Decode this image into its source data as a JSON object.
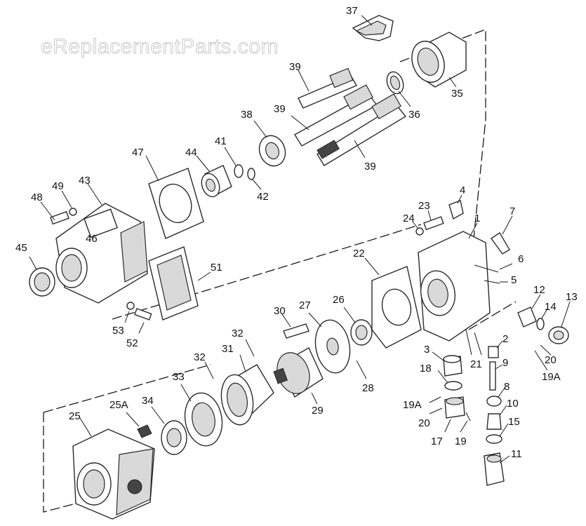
{
  "watermark": "eReplacementParts.com",
  "labels": {
    "p1": "1",
    "p2": "2",
    "p3": "3",
    "p4": "4",
    "p5": "5",
    "p6": "6",
    "p7": "7",
    "p8": "8",
    "p9": "9",
    "p10": "10",
    "p11": "11",
    "p12": "12",
    "p13": "13",
    "p14": "14",
    "p15": "15",
    "p17": "17",
    "p18": "18",
    "p19": "19",
    "p19a_left": "19A",
    "p19a_right": "19A",
    "p20_left": "20",
    "p20_right": "20",
    "p21": "21",
    "p22": "22",
    "p23": "23",
    "p24": "24",
    "p25": "25",
    "p25a": "25A",
    "p26": "26",
    "p27": "27",
    "p28": "28",
    "p29": "29",
    "p30": "30",
    "p31": "31",
    "p32_left": "32",
    "p32_right": "32",
    "p33": "33",
    "p34": "34",
    "p35": "35",
    "p36": "36",
    "p37": "37",
    "p38": "38",
    "p39_top": "39",
    "p39_mid": "39",
    "p39_bottom": "39",
    "p41": "41",
    "p42": "42",
    "p43": "43",
    "p44": "44",
    "p45": "45",
    "p46": "46",
    "p47": "47",
    "p48": "48",
    "p49": "49",
    "p51": "51",
    "p52": "52",
    "p53": "53"
  }
}
